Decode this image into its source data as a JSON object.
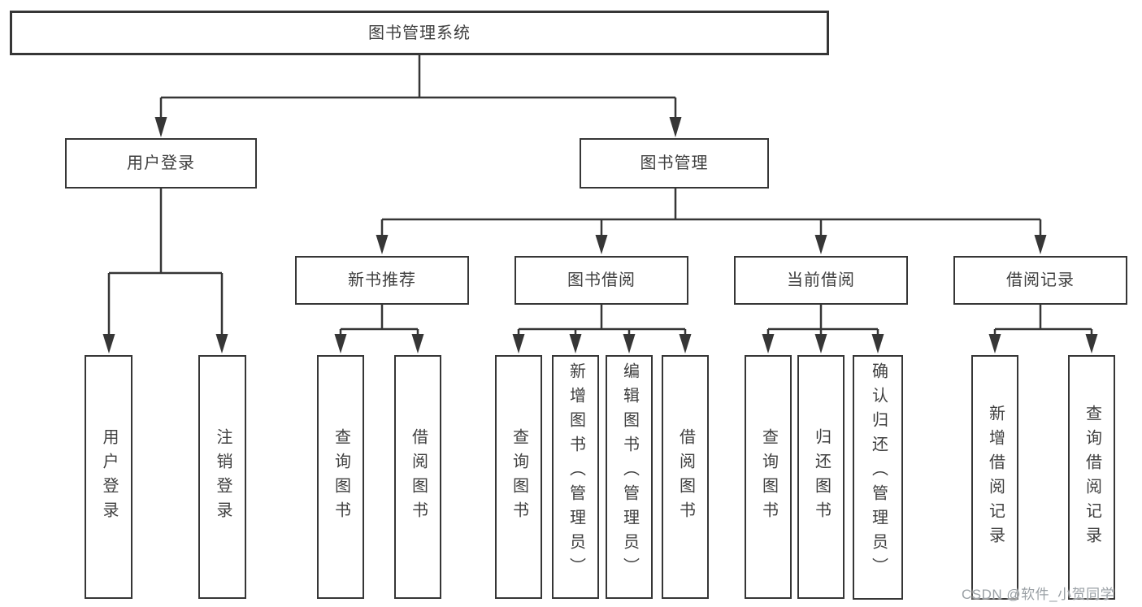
{
  "tree": {
    "root": {
      "label": "图书管理系统"
    },
    "branches": [
      {
        "label": "用户登录",
        "children": [
          {
            "label": "用户登录"
          },
          {
            "label": "注销登录"
          }
        ]
      },
      {
        "label": "图书管理",
        "children": [
          {
            "label": "新书推荐",
            "children": [
              {
                "label": "查询图书"
              },
              {
                "label": "借阅图书"
              }
            ]
          },
          {
            "label": "图书借阅",
            "children": [
              {
                "label": "查询图书"
              },
              {
                "label": "新增图书（管理员）"
              },
              {
                "label": "编辑图书（管理员）"
              },
              {
                "label": "借阅图书"
              }
            ]
          },
          {
            "label": "当前借阅",
            "children": [
              {
                "label": "查询图书"
              },
              {
                "label": "归还图书"
              },
              {
                "label": "确认归还（管理员）"
              }
            ]
          },
          {
            "label": "借阅记录",
            "children": [
              {
                "label": "新增借阅记录"
              },
              {
                "label": "查询借阅记录"
              }
            ]
          }
        ]
      }
    ]
  },
  "watermark": {
    "text": "CSDN @软件_小贺同学"
  },
  "colors": {
    "line": "#363636",
    "text": "#3f3f3f",
    "box_background": "#ffffff",
    "watermark": "#9aa0a5",
    "background": "#ffffff"
  }
}
